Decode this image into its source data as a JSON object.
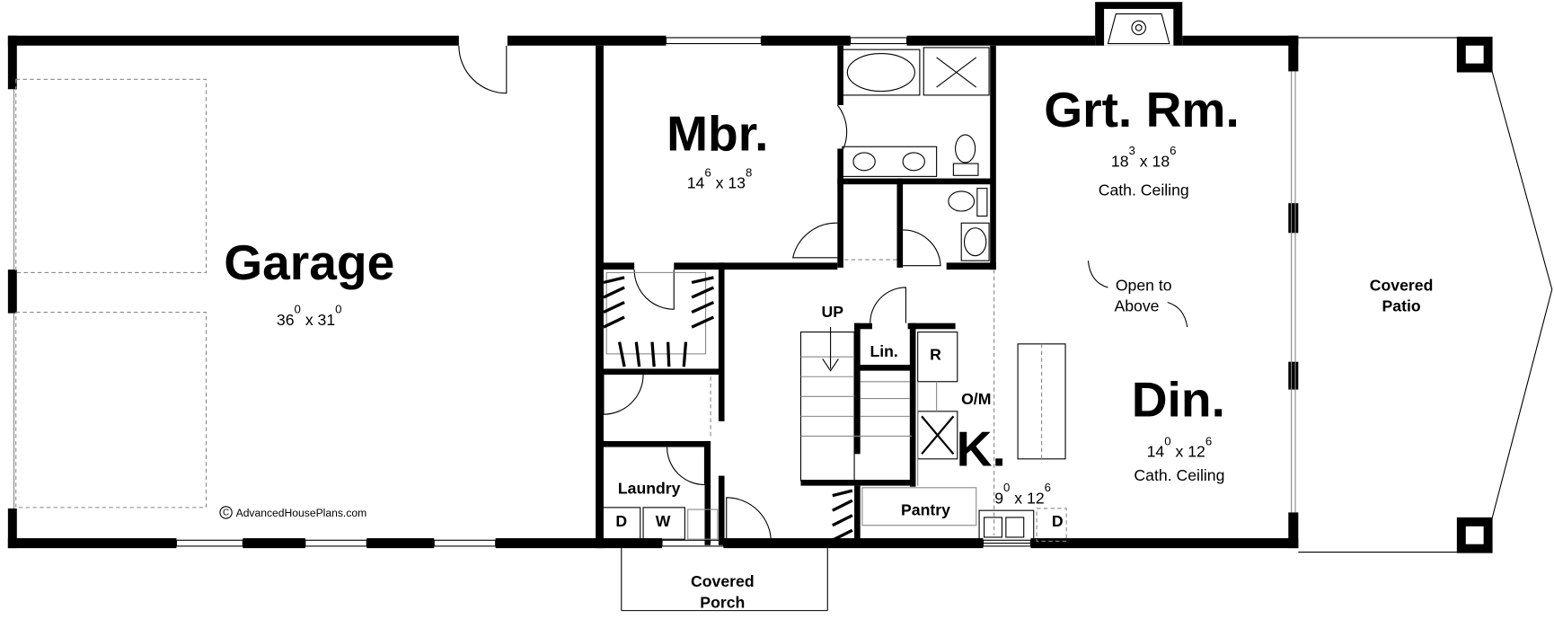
{
  "rooms": {
    "garage": {
      "name": "Garage",
      "w": "36",
      "w_in": "0",
      "sep": "x",
      "h": "31",
      "h_in": "0"
    },
    "mbr": {
      "name": "Mbr.",
      "w": "14",
      "w_in": "6",
      "sep": "x",
      "h": "13",
      "h_in": "8"
    },
    "great_room": {
      "name": "Grt. Rm.",
      "w": "18",
      "w_in": "3",
      "sep": "x",
      "h": "18",
      "h_in": "6",
      "note": "Cath. Ceiling"
    },
    "dining": {
      "name": "Din.",
      "w": "14",
      "w_in": "0",
      "sep": "x",
      "h": "12",
      "h_in": "6",
      "note": "Cath. Ceiling"
    },
    "kitchen": {
      "name": "K.",
      "w": "9",
      "w_in": "0",
      "sep": "x",
      "h": "12",
      "h_in": "6"
    }
  },
  "labels": {
    "open_to_1": "Open to",
    "open_to_2": "Above",
    "patio_1": "Covered",
    "patio_2": "Patio",
    "porch_1": "Covered",
    "porch_2": "Porch",
    "up": "UP",
    "linen": "Lin.",
    "fridge": "R",
    "oven_micro": "O/M",
    "pantry": "Pantry",
    "laundry": "Laundry",
    "dryer": "D",
    "washer": "W",
    "dishwasher": "D",
    "copyright_symbol": "C",
    "copyright": "AdvancedHousePlans.com"
  }
}
